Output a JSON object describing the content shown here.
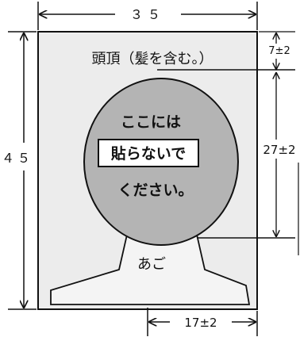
{
  "diagram": {
    "width_label": "３５",
    "height_label": "４５",
    "head_top_label": "頭頂（髪を含む。）",
    "top_margin_label": "7±2",
    "face_height_label": "27±2",
    "chin_width_label": "17±2",
    "face_line1": "ここには",
    "face_line2": "貼らないで",
    "face_line3": "ください。",
    "chin_label": "あご",
    "colors": {
      "line": "#111111",
      "photo_bg": "#ececec",
      "face": "#b4b4b4",
      "shoulders": "#f4f4f4"
    }
  }
}
